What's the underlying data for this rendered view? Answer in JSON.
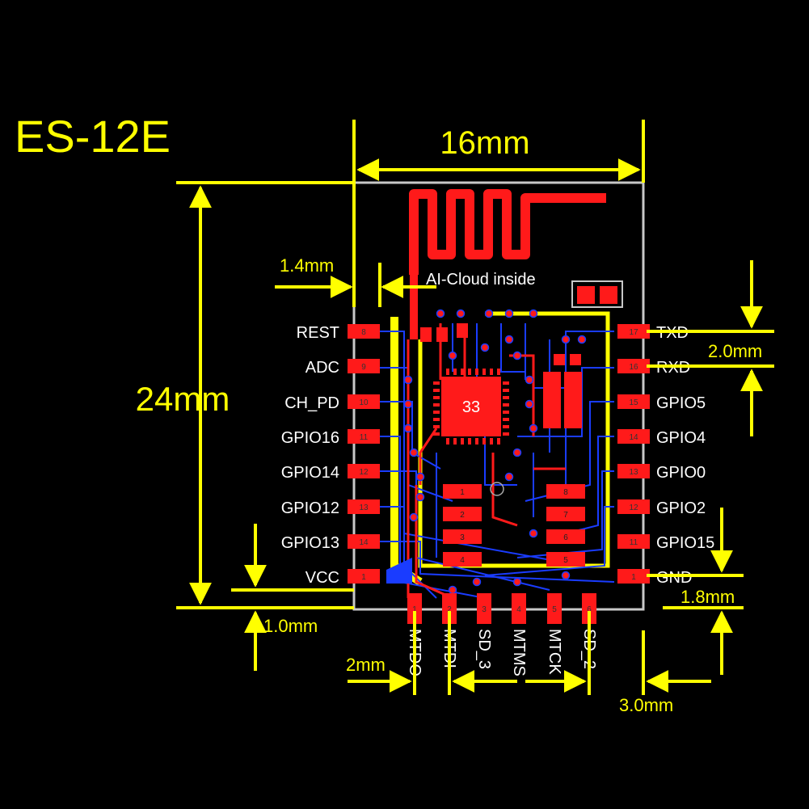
{
  "title": "ES-12E",
  "antenna_text": "AI-Cloud  inside",
  "chip_label": "33",
  "dimensions": {
    "width": "16mm",
    "height": "24mm",
    "antenna_offset": "1.4mm",
    "pin_pitch_right": "2.0mm",
    "bottom_offset_right": "1.8mm",
    "bottom_offset_left": "1.0mm",
    "bottom_pitch": "2mm",
    "bottom_right_offset": "3.0mm"
  },
  "left_pins": [
    {
      "label": "REST",
      "num": "8"
    },
    {
      "label": "ADC",
      "num": "9"
    },
    {
      "label": "CH_PD",
      "num": "10"
    },
    {
      "label": "GPIO16",
      "num": "11"
    },
    {
      "label": "GPIO14",
      "num": "12"
    },
    {
      "label": "GPIO12",
      "num": "13"
    },
    {
      "label": "GPIO13",
      "num": "14"
    },
    {
      "label": "VCC",
      "num": "1"
    }
  ],
  "right_pins": [
    {
      "label": "TXD",
      "num": "17"
    },
    {
      "label": "RXD",
      "num": "16"
    },
    {
      "label": "GPIO5",
      "num": "15"
    },
    {
      "label": "GPIO4",
      "num": "14"
    },
    {
      "label": "GPIO0",
      "num": "13"
    },
    {
      "label": "GPIO2",
      "num": "12"
    },
    {
      "label": "GPIO15",
      "num": "11"
    },
    {
      "label": "GND",
      "num": "1"
    }
  ],
  "bottom_pins": [
    {
      "label": "MTDO",
      "num": "1"
    },
    {
      "label": "MTDI",
      "num": "2"
    },
    {
      "label": "SD_3",
      "num": "3"
    },
    {
      "label": "MTMS",
      "num": "4"
    },
    {
      "label": "MTCK",
      "num": "5"
    },
    {
      "label": "SD_2",
      "num": "6"
    }
  ],
  "pads_left_column": [
    "1",
    "2",
    "3",
    "4"
  ],
  "pads_right_column": [
    "8",
    "7",
    "6",
    "5"
  ],
  "colors": {
    "background": "#000000",
    "dimension": "#ffff00",
    "copper": "#ff0000",
    "trace": "#0022ff",
    "outline": "#c8c8c8",
    "silk": "#ffff00"
  }
}
